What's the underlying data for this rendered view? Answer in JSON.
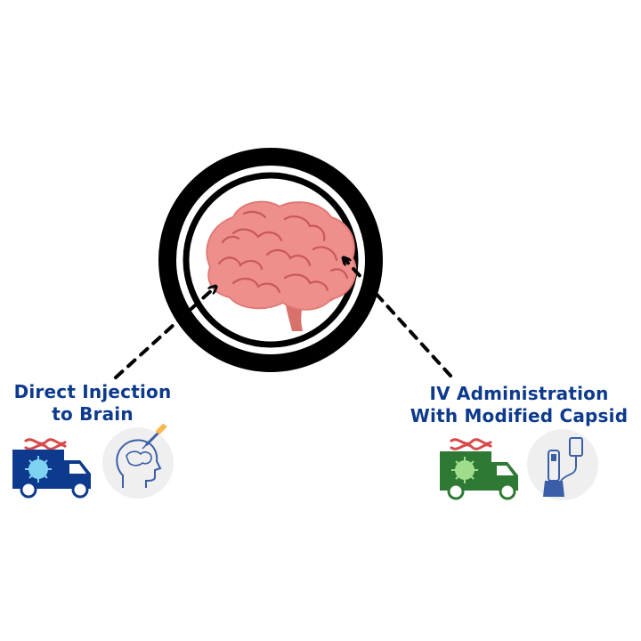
{
  "diagram": {
    "routes": [
      {
        "id": "direct-injection",
        "label_line1": "Direct Injection",
        "label_line2": "to Brain",
        "truck_color": "#0d3a8c",
        "icon": "head-with-syringe-icon"
      },
      {
        "id": "iv-administration",
        "label_line1": "IV Administration",
        "label_line2": "With Modified Capsid",
        "truck_color": "#2e7a34",
        "icon": "iv-drip-arm-icon"
      }
    ],
    "center": {
      "icon": "brain-icon"
    },
    "colors": {
      "label_text": "#0d3a8c",
      "ring": "#000000",
      "brain": "#ef8f8b",
      "brain_lines": "#c9585a",
      "brain_stem": "#d8706c",
      "dna_red": "#d84a4a",
      "icon_circle_bg": "#efefef",
      "icon_line": "#3a5fa8"
    }
  }
}
